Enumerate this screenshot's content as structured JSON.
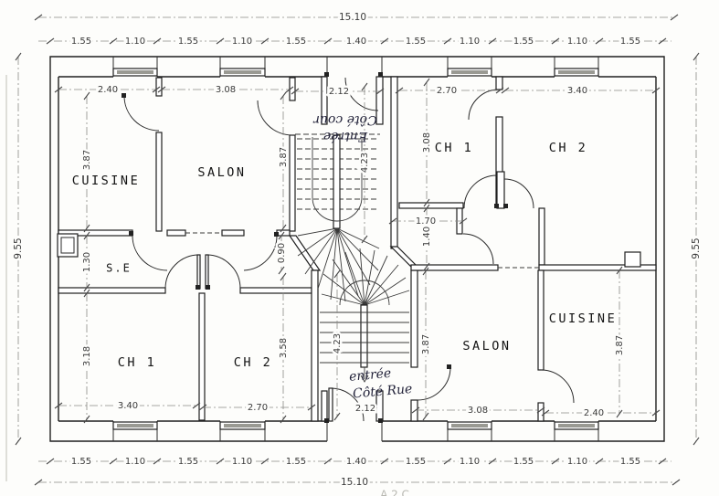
{
  "drawing": {
    "width_total": "15.10",
    "height_total": "9.55",
    "width_chain": [
      "1.55",
      "1.10",
      "1.55",
      "1.10",
      "1.55",
      "1.40",
      "1.55",
      "1.10",
      "1.55",
      "1.10",
      "1.55"
    ],
    "rooms": {
      "cuisine_upper": "CUISINE",
      "salon_upper": "SALON",
      "ch1_upper": "CH 1",
      "ch2_upper": "CH 2",
      "se": "S.E",
      "ch1_lower": "CH 1",
      "ch2_lower": "CH 2",
      "salon_lower": "SALON",
      "cuisine_lower": "CUISINE"
    },
    "dims": {
      "cuisine_upper_w": "2.40",
      "salon_upper_w": "3.08",
      "hall_upper_w": "2.12",
      "ch1_upper_w": "2.70",
      "ch2_upper_w": "3.40",
      "cuisine_upper_h": "3.87",
      "salon_upper_h": "3.87",
      "ch1_upper_h": "3.08",
      "stair_upper_d": "4.23",
      "corridor_w": "1.70",
      "corridor_h": "1.40",
      "se_h": "1.30",
      "passage_h": "0.90",
      "ch1_lower_h": "3.18",
      "ch2_lower_h": "3.58",
      "ch1_lower_w": "3.40",
      "ch2_lower_w": "2.70",
      "stair_lower_d": "4.23",
      "salon_lower_h": "3.87",
      "salon_lower_w": "3.08",
      "cuisine_lower_h": "3.87",
      "cuisine_lower_w": "2.40",
      "hall_lower_w": "2.12"
    },
    "annotations": {
      "courtyard_entry_line1": "Entrée",
      "courtyard_entry_line2": "Côté cour",
      "street_entry_line1": "entrée",
      "street_entry_line2": "Côté Rue",
      "bottom_partial_text": "A 2 C"
    }
  }
}
